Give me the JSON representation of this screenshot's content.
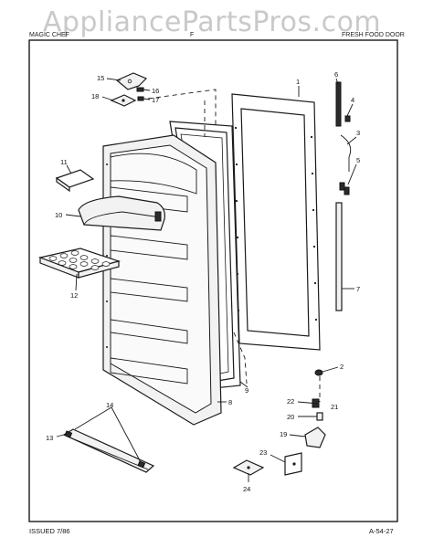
{
  "watermark": "AppliancePartsPros.com",
  "header": {
    "left": "MAGIC CHEF",
    "center": "F",
    "right": "FRESH FOOD DOOR"
  },
  "footer": {
    "issued": "ISSUED 7/86",
    "page_code": "A-54-27"
  },
  "callouts": {
    "c1": "1",
    "c2": "2",
    "c3": "3",
    "c4": "4",
    "c5": "5",
    "c6": "6",
    "c7": "7",
    "c8": "8",
    "c9": "9",
    "c10": "10",
    "c11": "11",
    "c12": "12",
    "c13": "13",
    "c14": "14",
    "c15": "15",
    "c16": "16",
    "c17": "17",
    "c18": "18",
    "c19": "19",
    "c20": "20",
    "c21": "21",
    "c22": "22",
    "c23": "23",
    "c24": "24"
  }
}
